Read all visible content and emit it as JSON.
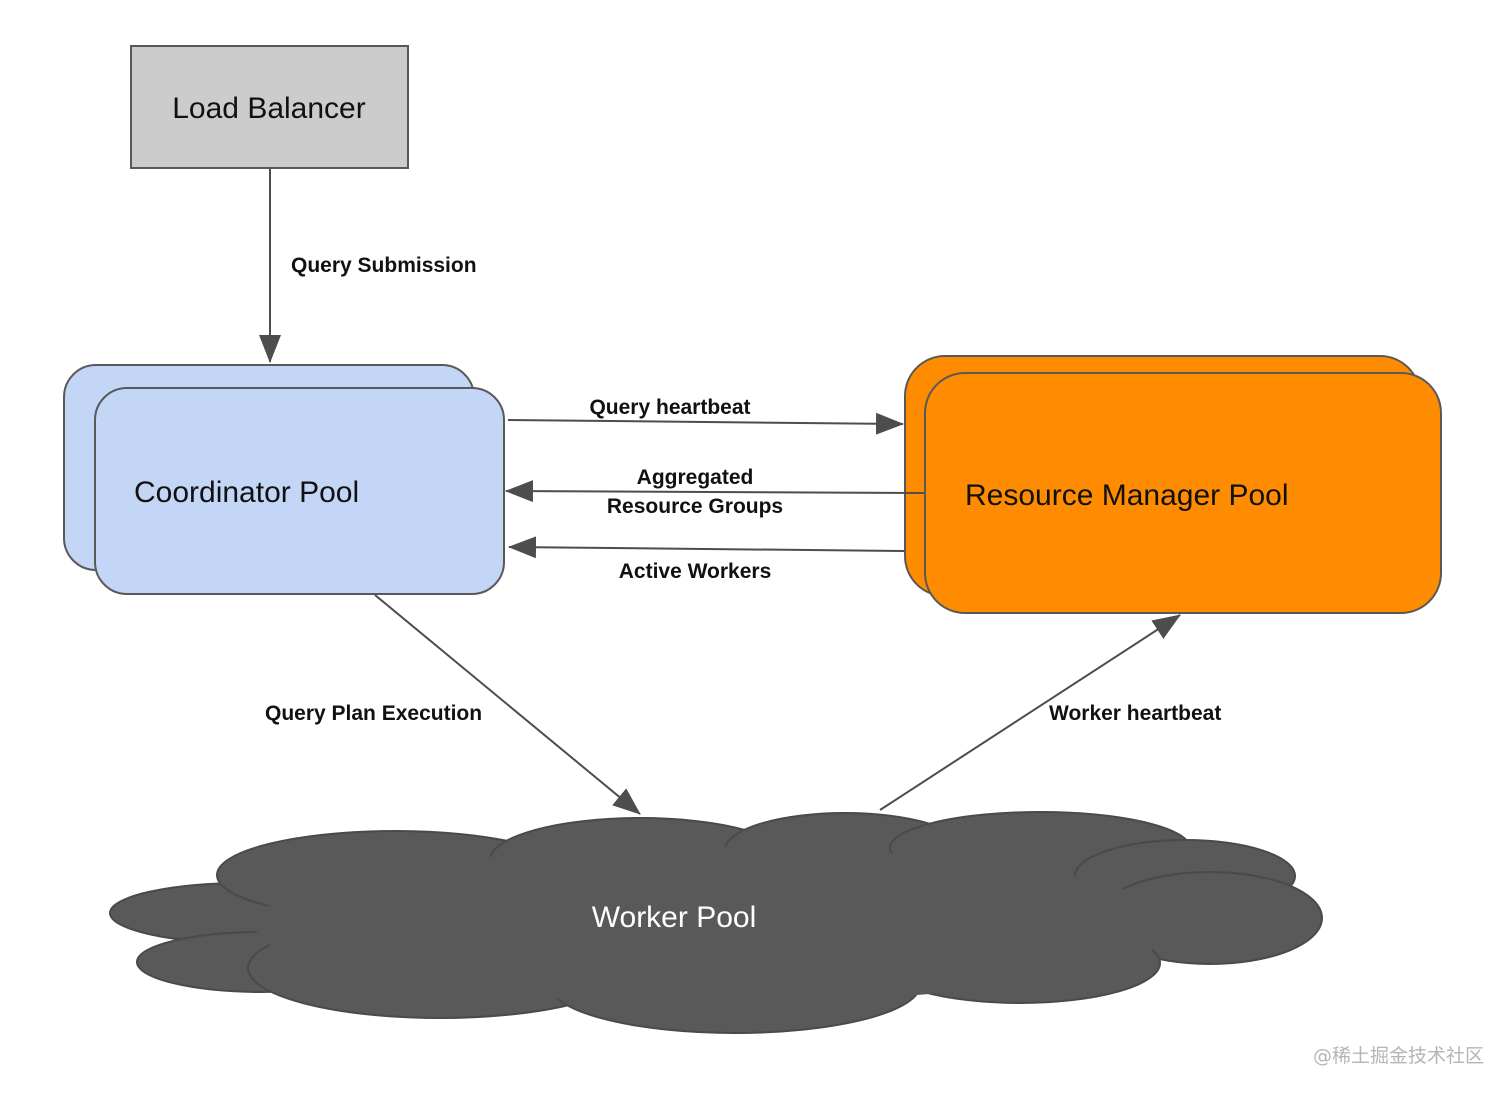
{
  "nodes": {
    "load_balancer": {
      "label": "Load Balancer"
    },
    "coordinator_pool": {
      "label": "Coordinator Pool"
    },
    "resource_manager_pool": {
      "label": "Resource Manager Pool"
    },
    "worker_pool": {
      "label": "Worker Pool"
    }
  },
  "edges": {
    "query_submission": {
      "label": "Query Submission"
    },
    "query_heartbeat": {
      "label": "Query heartbeat"
    },
    "aggregated_resource_groups": {
      "line1": "Aggregated",
      "line2": "Resource Groups"
    },
    "active_workers": {
      "label": "Active Workers"
    },
    "query_plan_execution": {
      "label": "Query Plan Execution"
    },
    "worker_heartbeat": {
      "label": "Worker heartbeat"
    }
  },
  "watermark": "@稀土掘金技术社区",
  "colors": {
    "load_balancer_fill": "#cccccc",
    "coordinator_fill": "#c3d6f5",
    "resource_manager_fill": "#ff8c00",
    "worker_pool_fill": "#595959",
    "stroke": "#595959",
    "arrow": "#4d4d4d"
  }
}
